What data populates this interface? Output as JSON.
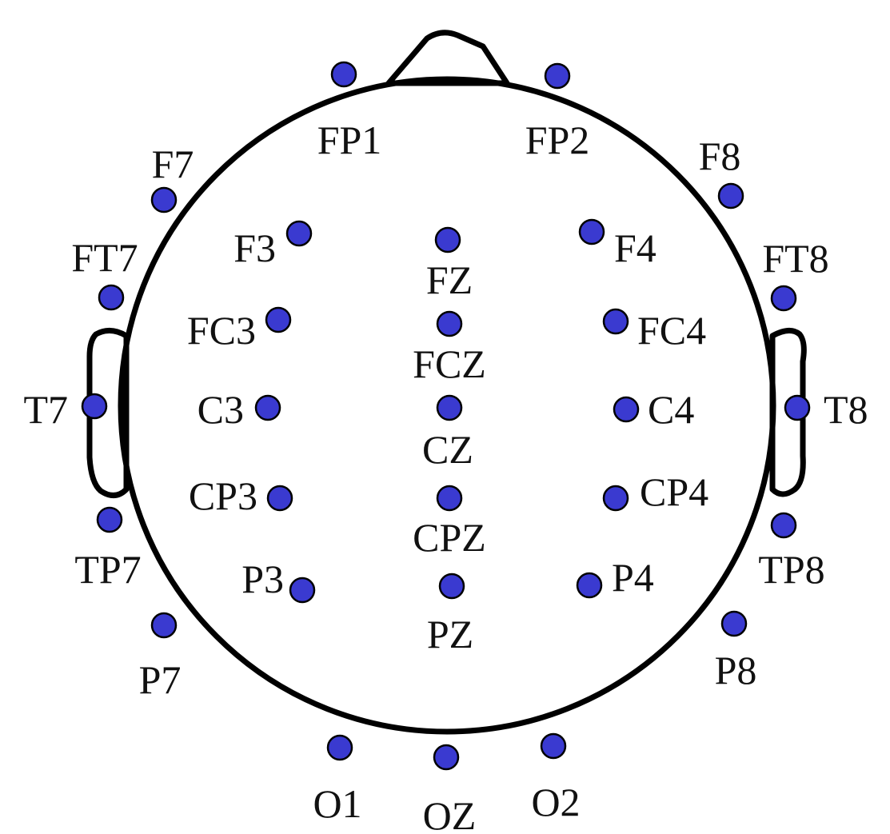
{
  "colors": {
    "skin_center": "#fdf4f1",
    "skin_edge": "#f1c1b0",
    "electrode": "#3a3ad0",
    "outline": "#000000"
  },
  "electrodes": [
    {
      "id": "fp1",
      "label": "FP1"
    },
    {
      "id": "fp2",
      "label": "FP2"
    },
    {
      "id": "f7",
      "label": "F7"
    },
    {
      "id": "f8",
      "label": "F8"
    },
    {
      "id": "f3",
      "label": "F3"
    },
    {
      "id": "fz",
      "label": "FZ"
    },
    {
      "id": "f4",
      "label": "F4"
    },
    {
      "id": "ft7",
      "label": "FT7"
    },
    {
      "id": "ft8",
      "label": "FT8"
    },
    {
      "id": "fc3",
      "label": "FC3"
    },
    {
      "id": "fcz",
      "label": "FCZ"
    },
    {
      "id": "fc4",
      "label": "FC4"
    },
    {
      "id": "t7",
      "label": "T7"
    },
    {
      "id": "c3",
      "label": "C3"
    },
    {
      "id": "cz",
      "label": "CZ"
    },
    {
      "id": "c4",
      "label": "C4"
    },
    {
      "id": "t8",
      "label": "T8"
    },
    {
      "id": "cp3",
      "label": "CP3"
    },
    {
      "id": "cpz",
      "label": "CPZ"
    },
    {
      "id": "cp4",
      "label": "CP4"
    },
    {
      "id": "tp7",
      "label": "TP7"
    },
    {
      "id": "tp8",
      "label": "TP8"
    },
    {
      "id": "p3",
      "label": "P3"
    },
    {
      "id": "pz",
      "label": "PZ"
    },
    {
      "id": "p4",
      "label": "P4"
    },
    {
      "id": "p7",
      "label": "P7"
    },
    {
      "id": "p8",
      "label": "P8"
    },
    {
      "id": "o1",
      "label": "O1"
    },
    {
      "id": "oz",
      "label": "OZ"
    },
    {
      "id": "o2",
      "label": "O2"
    }
  ]
}
